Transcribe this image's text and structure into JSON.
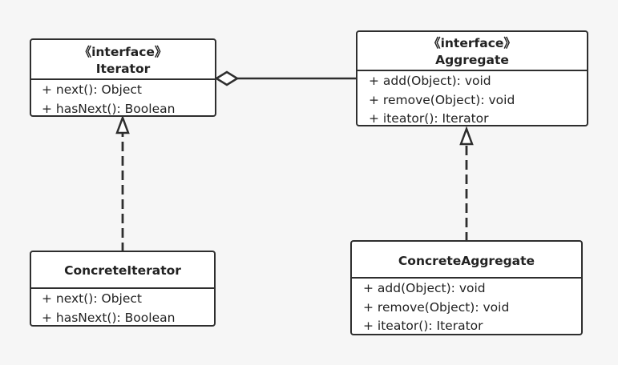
{
  "classes": {
    "iterator": {
      "stereotype": "《interface》",
      "name": "Iterator",
      "methods": [
        "+ next(): Object",
        "+ hasNext(): Boolean"
      ]
    },
    "aggregate": {
      "stereotype": "《interface》",
      "name": "Aggregate",
      "methods": [
        "+ add(Object): void",
        "+ remove(Object): void",
        "+ iteator(): Iterator"
      ]
    },
    "concrete_iterator": {
      "name": "ConcreteIterator",
      "methods": [
        "+ next(): Object",
        "+ hasNext(): Boolean"
      ]
    },
    "concrete_aggregate": {
      "name": "ConcreteAggregate",
      "methods": [
        "+ add(Object): void",
        "+ remove(Object): void",
        "+ iteator(): Iterator"
      ]
    }
  },
  "relations": [
    {
      "type": "aggregation",
      "whole": "iterator",
      "part": "aggregate"
    },
    {
      "type": "realization",
      "from": "concrete_iterator",
      "to": "iterator"
    },
    {
      "type": "realization",
      "from": "concrete_aggregate",
      "to": "aggregate"
    }
  ],
  "colors": {
    "background": "#f6f6f6",
    "stroke": "#2e2e2e",
    "box_fill": "#ffffff"
  }
}
